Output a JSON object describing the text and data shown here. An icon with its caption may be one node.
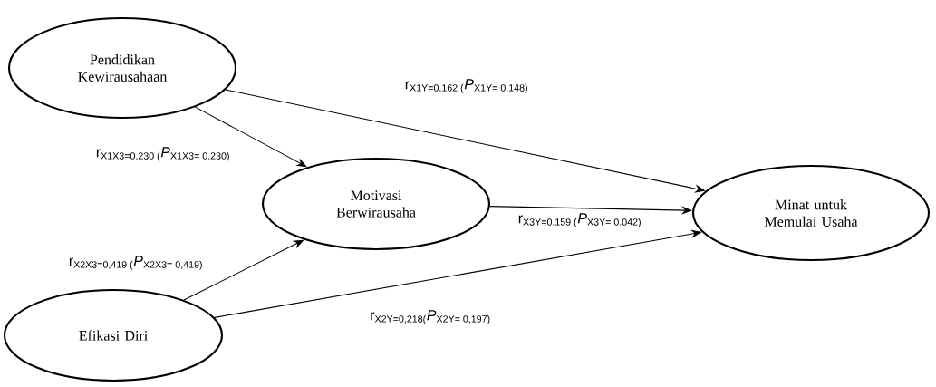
{
  "diagram": {
    "nodes": [
      {
        "text": [
          "Pendidikan Kewirausahaan"
        ]
      },
      {
        "text": [
          "Motivasi Berwirausaha"
        ]
      },
      {
        "text": [
          "Efikasi Diri"
        ]
      },
      {
        "text": [
          "Minat untuk Memulai Usaha"
        ]
      }
    ],
    "edges": [
      {
        "from": 0,
        "to": 3,
        "arrow": "to",
        "label": "r$_{X1Y=0,162 (}$*P*$_{X1Y= 0,148)}$"
      },
      {
        "from": 0,
        "to": 1,
        "arrow": "to",
        "label": "r$_{X1X3=0,230 (}$*P*$_{X1X3= 0,230)}$"
      },
      {
        "from": 1,
        "to": 3,
        "arrow": "to",
        "label": "r$_{X3Y=0.159 (}$*P*$_{X3Y= 0.042)}$"
      },
      {
        "from": 2,
        "to": 1,
        "arrow": "to",
        "label": "r$_{X2X3=0,419 (}$*P*$_{X2X3= 0,419)}$"
      },
      {
        "from": 2,
        "to": 3,
        "arrow": "to",
        "label": "r$_{X2Y=0,218(}$*P*$_{X2Y= 0,197)}$"
      }
    ]
  }
}
